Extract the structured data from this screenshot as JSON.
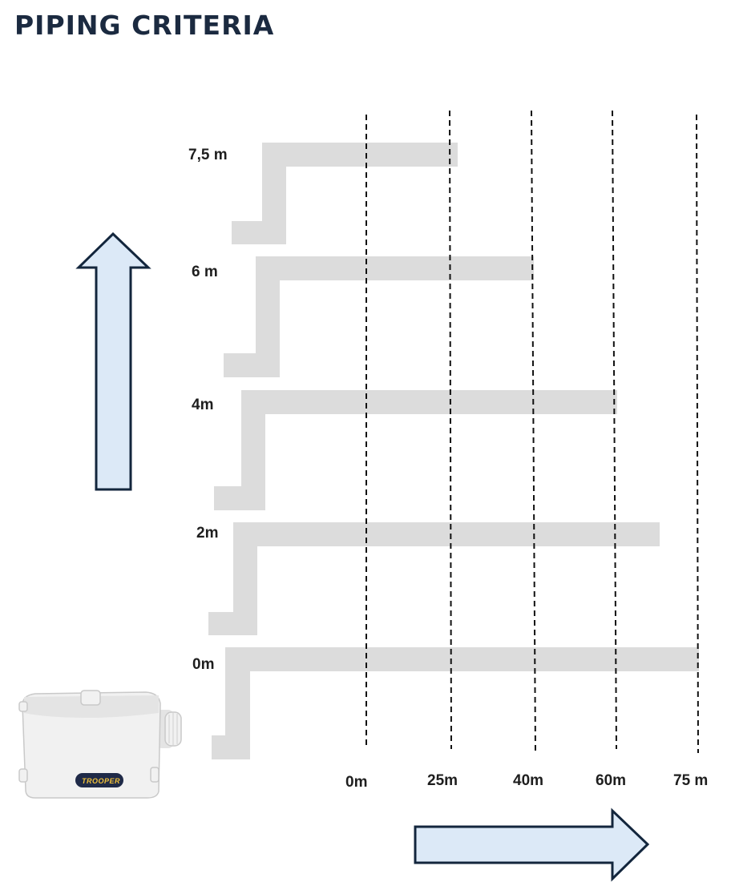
{
  "title": "PIPING CRITERIA",
  "colors": {
    "title": "#1b2a40",
    "pipe": "#dcdcdc",
    "arrow_fill": "#dce9f7",
    "arrow_stroke": "#13263d"
  },
  "heights": [
    "7,5 m",
    "6 m",
    "4m",
    "2m",
    "0m"
  ],
  "distances": [
    "0m",
    "25m",
    "40m",
    "60m",
    "75 m"
  ],
  "pipes": [
    {
      "height_label": "7,5 m",
      "max_distance_m": 25
    },
    {
      "height_label": "6 m",
      "max_distance_m": 40
    },
    {
      "height_label": "4m",
      "max_distance_m": 60
    },
    {
      "height_label": "2m",
      "max_distance_m": 70
    },
    {
      "height_label": "0m",
      "max_distance_m": 75
    }
  ],
  "pump": {
    "image": "macerator-pump-unit",
    "brand": "TROOPER"
  },
  "icons": {
    "vertical": "arrow-up-icon",
    "horizontal": "arrow-right-icon"
  }
}
